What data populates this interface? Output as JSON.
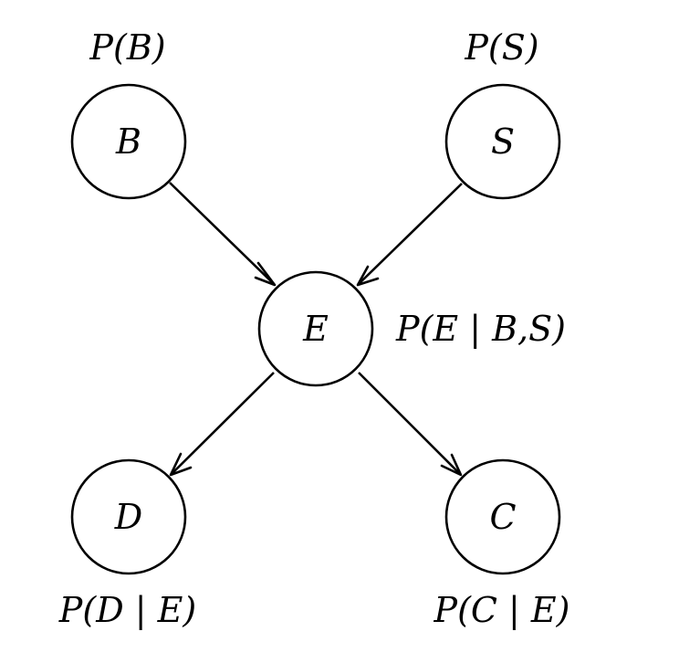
{
  "nodes": {
    "b": {
      "label": "B",
      "prob": "P(B)"
    },
    "s": {
      "label": "S",
      "prob": "P(S)"
    },
    "e": {
      "label": "E",
      "prob": "P(E | B,S)"
    },
    "d": {
      "label": "D",
      "prob": "P(D | E)"
    },
    "c": {
      "label": "C",
      "prob": "P(C | E)"
    }
  },
  "edges": [
    {
      "from": "B",
      "to": "E"
    },
    {
      "from": "S",
      "to": "E"
    },
    {
      "from": "E",
      "to": "D"
    },
    {
      "from": "E",
      "to": "C"
    }
  ]
}
